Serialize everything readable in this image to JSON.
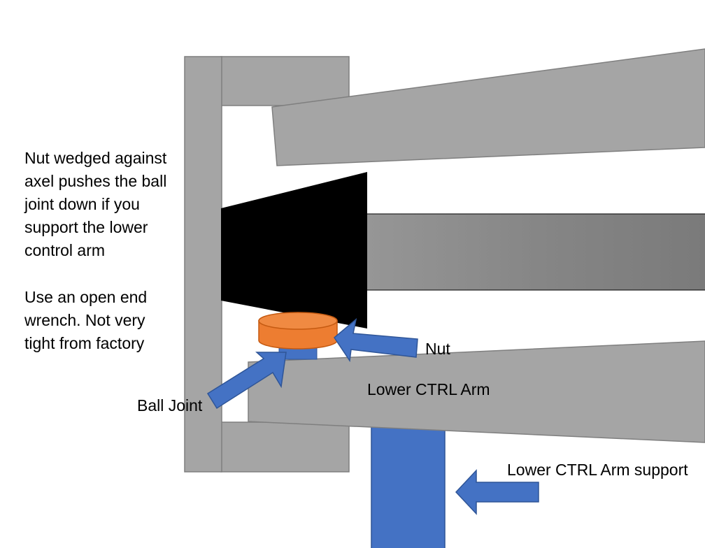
{
  "notes": {
    "line1": "Nut wedged against",
    "line2": "axel pushes the ball",
    "line3": "joint down if you",
    "line4": "support the lower",
    "line5": "control arm",
    "line6": "Use an open end",
    "line7": "wrench.  Not very",
    "line8": "tight from factory"
  },
  "labels": {
    "nut": "Nut",
    "ball_joint": "Ball Joint",
    "lower_ctrl_arm": "Lower CTRL Arm",
    "lower_ctrl_arm_support": "Lower CTRL Arm support"
  },
  "colors": {
    "frame": "#a5a5a5",
    "frame_stroke": "#7f7f7f",
    "axle": "#848484",
    "hub": "#000000",
    "nut": "#ed7d31",
    "nut_stroke": "#c55a11",
    "arrow": "#4472c4",
    "arrow_stroke": "#2f5597",
    "support": "#4472c4"
  }
}
